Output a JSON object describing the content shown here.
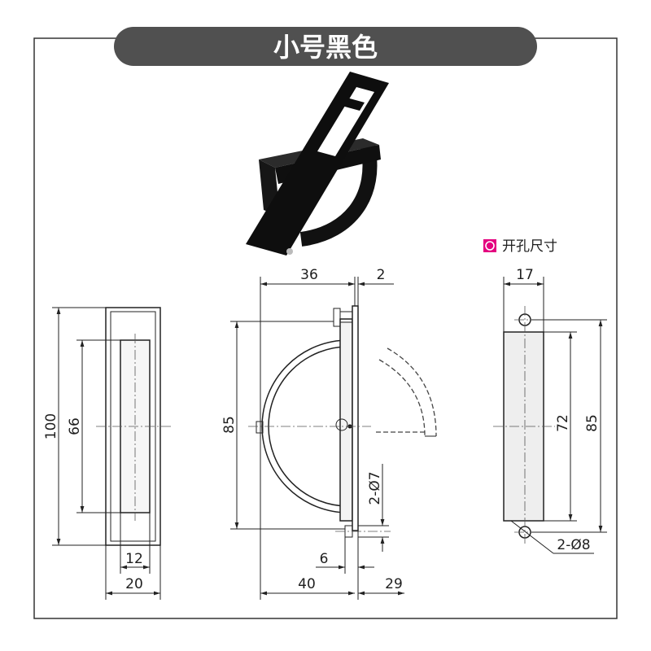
{
  "title": "小号黑色",
  "colors": {
    "title_bg": "#505050",
    "legend_icon": "#e4007f",
    "product": "#111111"
  },
  "legend": {
    "icon": "hole-marker-icon",
    "label": "开孔尺寸"
  },
  "product_photo": {
    "icon": "black-flush-handle-photo"
  },
  "front_view": {
    "dims": {
      "total_height": "100",
      "slot_height": "66",
      "slot_width": "12",
      "total_width": "20"
    }
  },
  "side_view": {
    "dims": {
      "handle_depth": "36",
      "plate_thickness": "2",
      "height": "85",
      "pin_diameter": "2-Ø7",
      "pin_offset": "6",
      "depth_left": "40",
      "depth_right": "29"
    }
  },
  "cutout_view": {
    "dims": {
      "width": "17",
      "slot_height": "72",
      "hole_spacing": "85",
      "hole_diameter": "2-Ø8"
    }
  }
}
